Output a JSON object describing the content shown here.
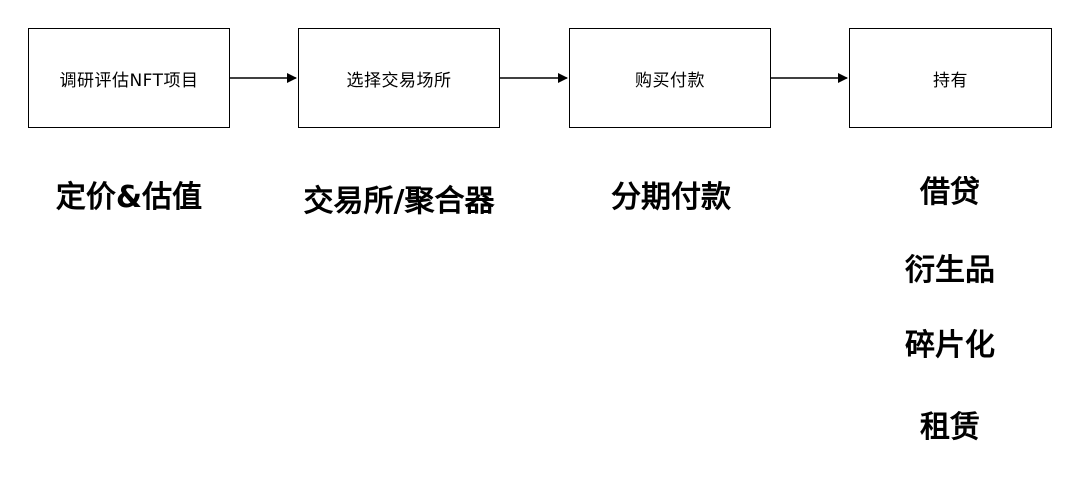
{
  "flow": {
    "steps": [
      {
        "label": "调研评估NFT项目"
      },
      {
        "label": "选择交易场所"
      },
      {
        "label": "购买付款"
      },
      {
        "label": "持有"
      }
    ]
  },
  "annotations": {
    "step1": [
      "定价&估值"
    ],
    "step2": [
      "交易所/聚合器"
    ],
    "step3": [
      "分期付款"
    ],
    "step4": [
      "借贷",
      "衍生品",
      "碎片化",
      "租赁"
    ]
  }
}
